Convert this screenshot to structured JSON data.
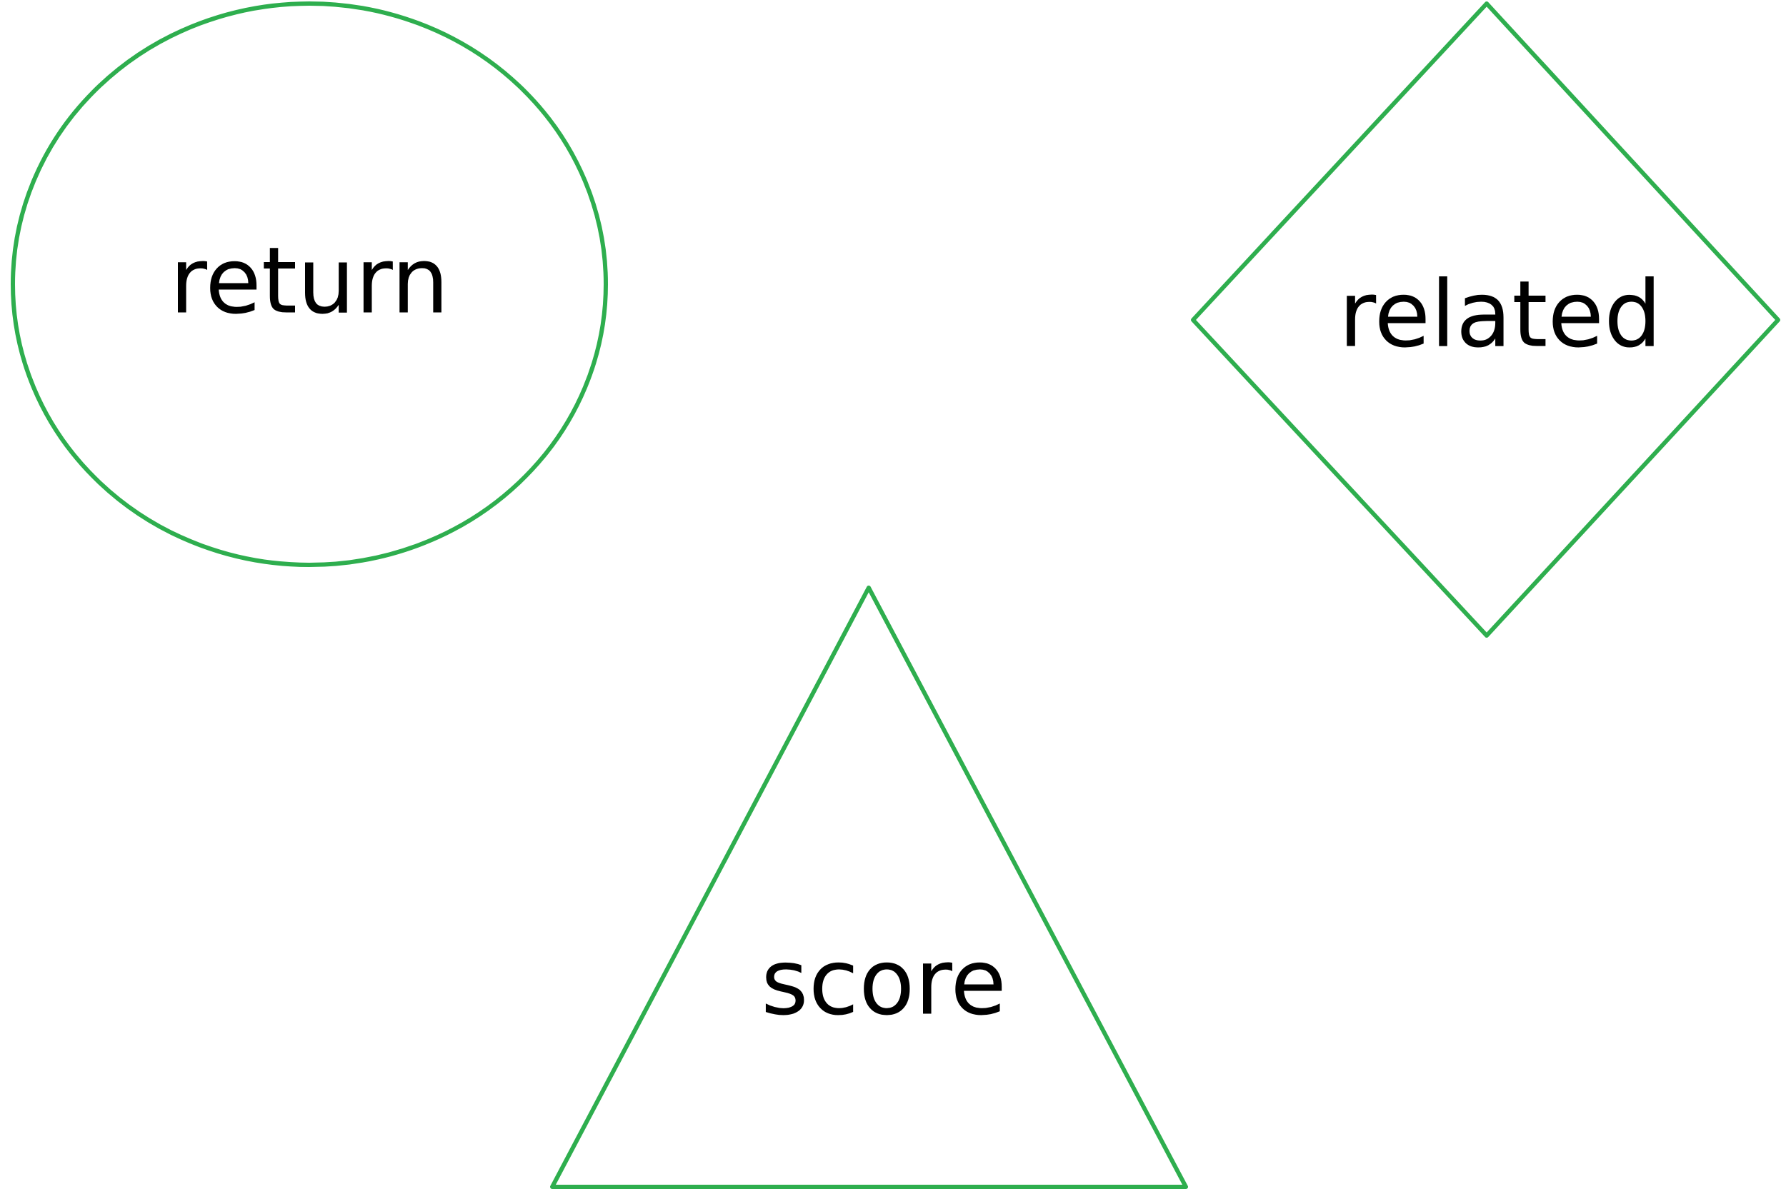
{
  "colors": {
    "shape_stroke": "#2eae4e",
    "label_text": "#000000",
    "background": "#ffffff"
  },
  "shapes": [
    {
      "kind": "ellipse",
      "label": "return"
    },
    {
      "kind": "diamond",
      "label": "related"
    },
    {
      "kind": "triangle",
      "label": "score"
    }
  ]
}
